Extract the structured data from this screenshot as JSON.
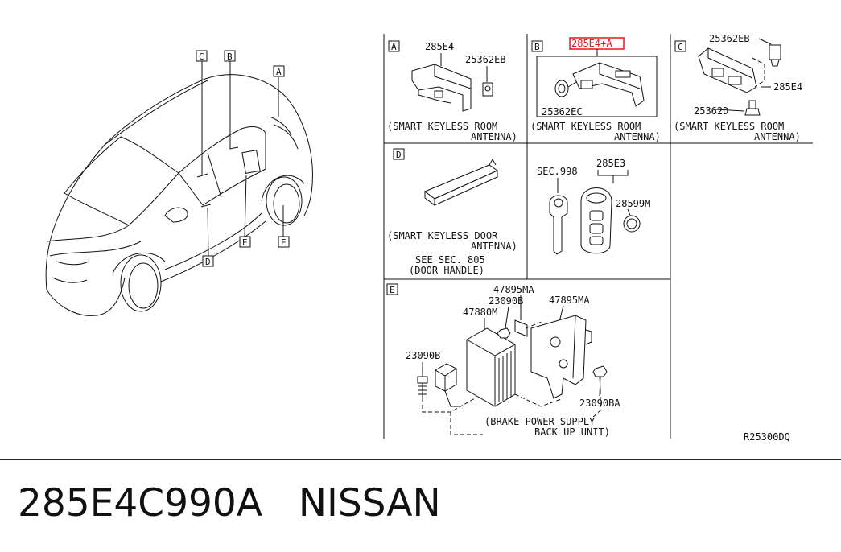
{
  "sections": {
    "A": {
      "letter": "A",
      "parts": [
        "285E4",
        "25362EB"
      ],
      "caption_line1": "(SMART KEYLESS ROOM",
      "caption_line2": "ANTENNA)"
    },
    "B": {
      "letter": "B",
      "parts": [
        "285E4+A",
        "25362EC"
      ],
      "caption_line1": "(SMART KEYLESS ROOM",
      "caption_line2": "ANTENNA)"
    },
    "C": {
      "letter": "C",
      "parts": [
        "25362EB",
        "285E4",
        "25362D"
      ],
      "caption_line1": "(SMART KEYLESS ROOM",
      "caption_line2": "ANTENNA)"
    },
    "D": {
      "letter": "D",
      "caption_line1": "(SMART KEYLESS DOOR",
      "caption_line2": "ANTENNA)",
      "see_line1": "SEE SEC. 805",
      "see_line2": "(DOOR HANDLE)"
    },
    "key": {
      "parts": [
        "SEC.998",
        "285E3",
        "28599M"
      ]
    },
    "E": {
      "letter": "E",
      "parts": [
        "47895MA",
        "23090B",
        "47880M",
        "47895MA",
        "23090B",
        "23090BA"
      ],
      "caption_line1": "(BRAKE POWER SUPPLY",
      "caption_line2": "BACK UP UNIT)"
    }
  },
  "car_callouts": [
    "C",
    "B",
    "A",
    "E",
    "D",
    "E"
  ],
  "diagram_code": "R25300DQ",
  "highlight_color": "#e8141c",
  "footer": {
    "part_number": "285E4C990A",
    "brand": "NISSAN"
  }
}
